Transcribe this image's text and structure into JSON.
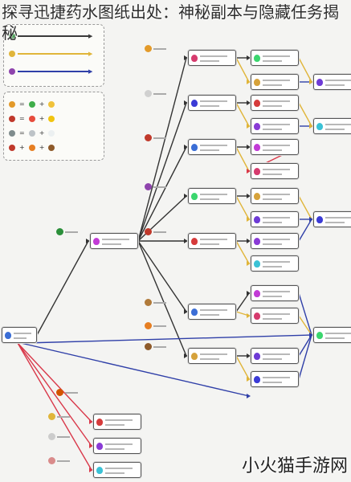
{
  "title": "探寻迅捷药水图纸出处：神秘副本与隐藏任务揭秘",
  "watermark": "小火猫手游网",
  "legend": {
    "top_rows": [
      {
        "color": "#3a3a3a"
      },
      {
        "color": "#e0b53a"
      },
      {
        "color": "#2f3fa8"
      }
    ],
    "equations": [
      {
        "a": "#e39a2a",
        "b": "#3fae4a",
        "c": "#f0c23a"
      },
      {
        "a": "#c0392b",
        "b": "#e74c3c",
        "c": "#f1c40f"
      },
      {
        "a": "#7f8c8d",
        "b": "#bdc3c7",
        "c": "#ecf0f1"
      },
      {
        "a": "#c0392b",
        "b": "#e67e22",
        "c": "#8e5a2a"
      }
    ]
  },
  "ingredient_icons": [
    {
      "name": "ingredient-1",
      "color": "#2b8f3a"
    },
    {
      "name": "ingredient-2",
      "color": "#e39a2a"
    },
    {
      "name": "ingredient-3",
      "color": "#d0d0d0"
    },
    {
      "name": "ingredient-4",
      "color": "#c0392b"
    },
    {
      "name": "ingredient-5",
      "color": "#8e44ad"
    },
    {
      "name": "ingredient-6",
      "color": "#c0392b"
    },
    {
      "name": "ingredient-7",
      "color": "#b07a3a"
    },
    {
      "name": "ingredient-8",
      "color": "#e67e22"
    },
    {
      "name": "ingredient-9",
      "color": "#8e5a2a"
    },
    {
      "name": "ingredient-10",
      "color": "#d35400"
    },
    {
      "name": "ingredient-11",
      "color": "#e0b53a"
    },
    {
      "name": "ingredient-12",
      "color": "#cccccc"
    },
    {
      "name": "ingredient-13",
      "color": "#d98b8b"
    }
  ],
  "potion_colors": [
    "#3b6ed6",
    "#c23bd6",
    "#d63b6e",
    "#3bd66e",
    "#d6a23b",
    "#6e3bd6",
    "#3b3bd6",
    "#d63b3b",
    "#8a3bd6",
    "#3bc2d6"
  ]
}
